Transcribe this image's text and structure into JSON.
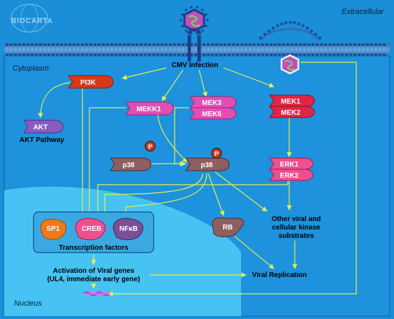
{
  "logo": {
    "text": "BIOCARTA"
  },
  "regions": {
    "extracellular": "Extracellular",
    "cytoplasm": "Cytoplasm",
    "nucleus": "Nucleus"
  },
  "nodes": {
    "cmv": "CMV Infection",
    "pi3k": "PI3K",
    "akt": "AKT",
    "akt_pathway": "AKT Pathway",
    "mekk1": "MEKK1",
    "mek3": "MEK3",
    "mek6": "MEK6",
    "mek1": "MEK1",
    "mek2": "MEK2",
    "p38_a": "p38",
    "p38_b": "p38",
    "phospho_a": "P",
    "phospho_b": "P",
    "erk1": "ERK1",
    "erk2": "ERK2",
    "rb": "RB",
    "sp1": "SP1",
    "creb": "CREB",
    "nfkb": "NFκB",
    "transcription_factors": "Transcription factors",
    "other_kinase_line1": "Other viral and",
    "other_kinase_line2": "cellular kinase",
    "other_kinase_line3": "substrates",
    "activation_line1": "Activation of Viral genes",
    "activation_line2": "(UL4, immediate early gene)",
    "viral_replication": "Viral Replication"
  },
  "colors": {
    "background": "#1a8ed6",
    "cytoplasm": "#1e92dd",
    "nucleus": "#46c3f2",
    "membrane": "#3d78b8",
    "arrow": "#e6f04a",
    "pi3k": "#d63a1c",
    "akt": "#8a5bbf",
    "mekk": "#e24fb2",
    "mek_red": "#e02646",
    "erk": "#f04f8d",
    "p38": "#8e5f5e",
    "rb": "#8e5f5e",
    "sp1": "#f07a18",
    "creb": "#f04f8d",
    "nfkb": "#7a4f96",
    "phospho": "#d63a1c"
  }
}
